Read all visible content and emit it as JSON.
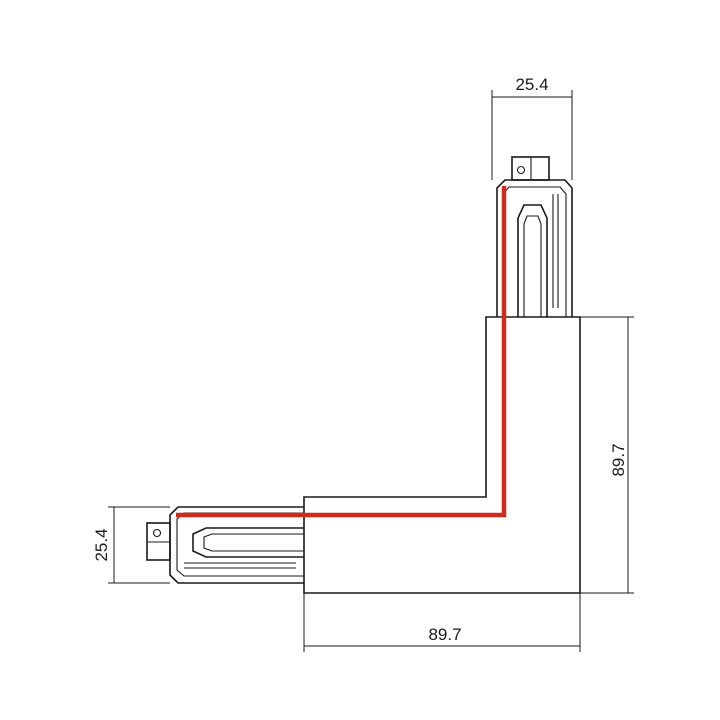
{
  "dimensions": {
    "top_width": "25.4",
    "right_height": "89.7",
    "left_height": "25.4",
    "bottom_width": "89.7"
  },
  "colors": {
    "outline": "#1a1a1a",
    "live_wire": "#d12a1c",
    "background": "#ffffff"
  }
}
